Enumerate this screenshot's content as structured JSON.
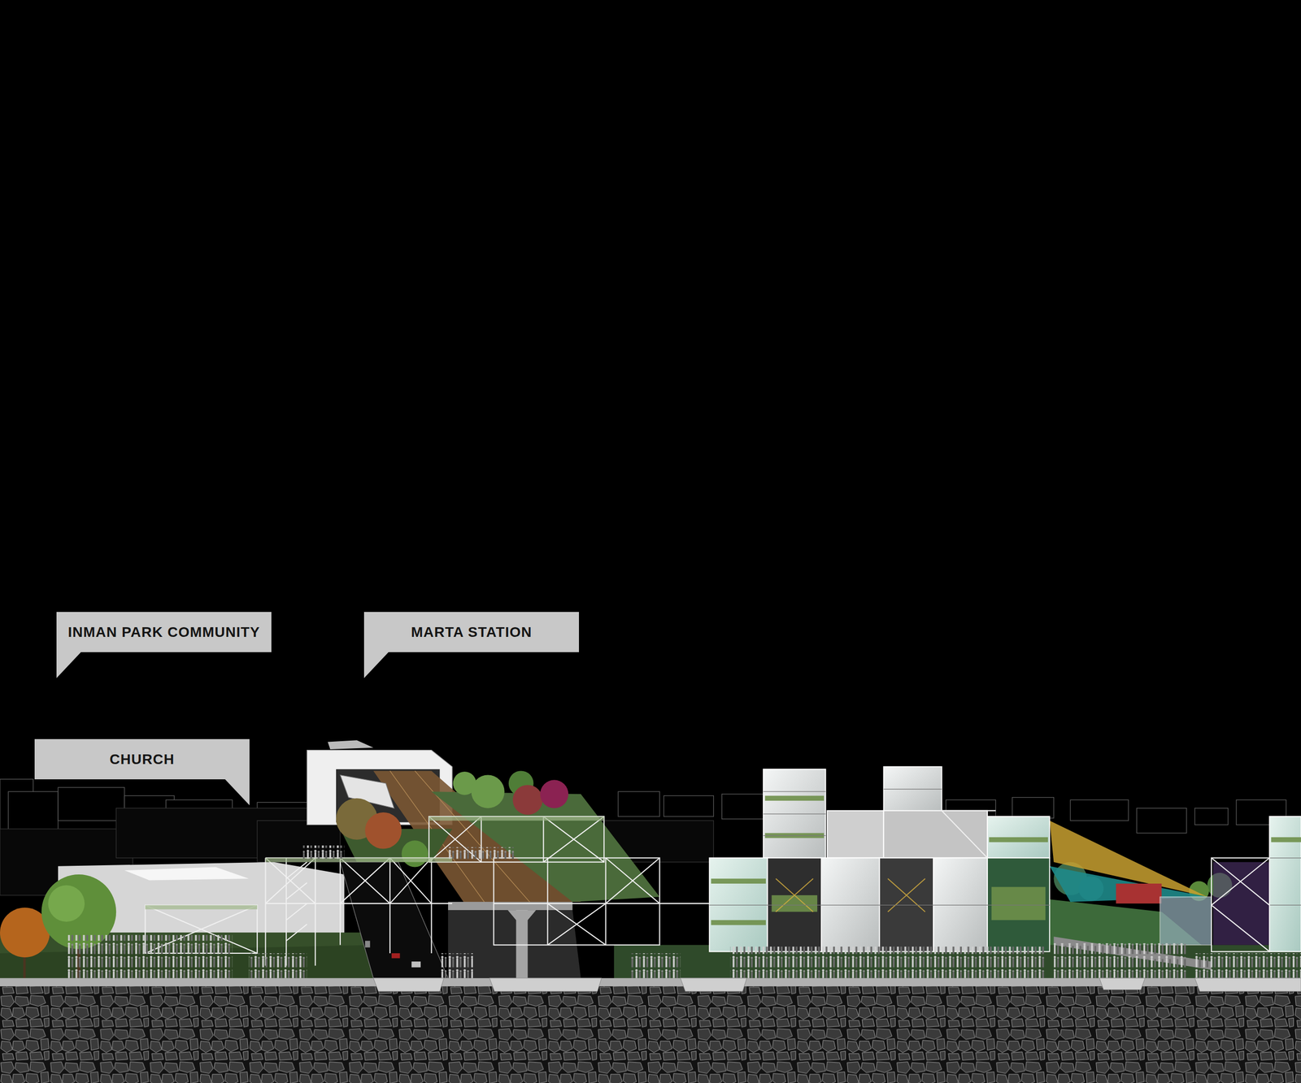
{
  "diagram": {
    "nodes": [
      {
        "text": [
          "INMAN PARK COMMUNITY"
        ]
      },
      {
        "text": [
          "MARTA STATION"
        ]
      },
      {
        "text": [
          "CHURCH"
        ]
      }
    ]
  }
}
